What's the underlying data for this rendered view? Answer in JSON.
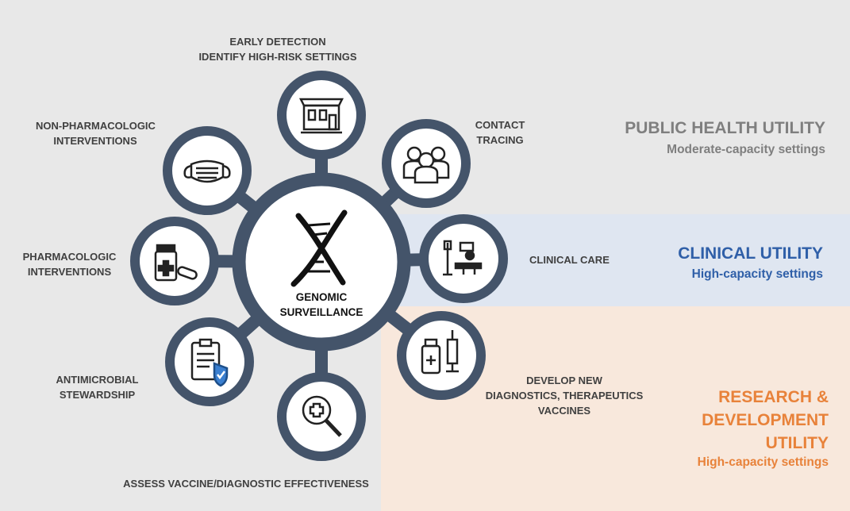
{
  "center": {
    "line1": "GENOMIC",
    "line2": "SURVEILLANCE"
  },
  "nodes": {
    "early_detection": {
      "line1": "EARLY DETECTION",
      "line2": "IDENTIFY HIGH-RISK SETTINGS",
      "icon": "building-icon"
    },
    "contact_tracing": {
      "line1": "CONTACT",
      "line2": "TRACING",
      "icon": "people-group-icon"
    },
    "clinical_care": {
      "line1": "CLINICAL CARE",
      "icon": "patient-bed-icon"
    },
    "develop_new": {
      "line1": "DEVELOP NEW",
      "line2": "DIAGNOSTICS, THERAPEUTICS",
      "line3": "VACCINES",
      "icon": "vial-syringe-icon"
    },
    "assess_vaccine": {
      "line1": "ASSESS VACCINE/DIAGNOSTIC EFFECTIVENESS",
      "icon": "magnifier-cross-icon"
    },
    "antimicrobial": {
      "line1": "ANTIMICROBIAL",
      "line2": "STEWARDSHIP",
      "icon": "clipboard-shield-icon"
    },
    "pharmacologic": {
      "line1": "PHARMACOLOGIC",
      "line2": "INTERVENTIONS",
      "icon": "pill-bottle-icon"
    },
    "non_pharmacologic": {
      "line1": "NON-PHARMACOLOGIC",
      "line2": "INTERVENTIONS",
      "icon": "face-mask-icon"
    }
  },
  "utilities": {
    "public_health": {
      "title": "PUBLIC HEALTH UTILITY",
      "subtitle": "Moderate-capacity settings",
      "color": "#7f7f7f"
    },
    "clinical": {
      "title": "CLINICAL UTILITY",
      "subtitle": "High-capacity settings",
      "color": "#2f5fa8"
    },
    "rd": {
      "title_line1": "RESEARCH &",
      "title_line2": "DEVELOPMENT",
      "title_line3": "UTILITY",
      "subtitle": "High-capacity settings",
      "color": "#e8823a"
    }
  },
  "colors": {
    "ring": "#44546a",
    "band_clinical": "#dfe6f1",
    "band_rd": "#f8e8dc",
    "background": "#e8e8e8"
  }
}
